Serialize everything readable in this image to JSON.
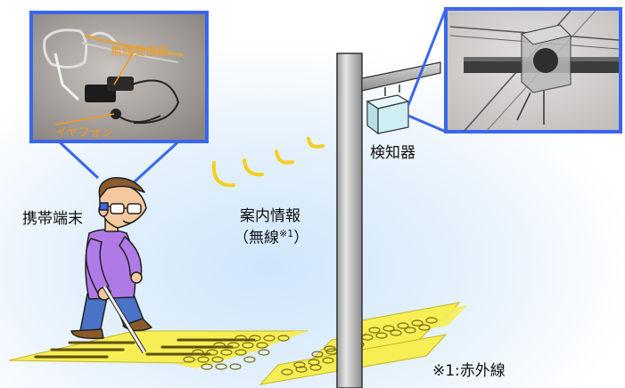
{
  "labels": {
    "device": "携帯端末",
    "info": "案内情報",
    "wireless_open": "（無線",
    "note_mark": "※1",
    "wireless_close": "）",
    "detector": "検知器",
    "footnote": "※1:赤外線"
  },
  "photo_labels": {
    "receiver": "無線受信部",
    "earphone": "イヤフォン"
  },
  "colors": {
    "frame_blue": "#3a66ee",
    "signal_yellow": "#f4cf21",
    "tactile_yellow": "#f6ee55",
    "shirt_purple": "#b07ae6",
    "pants_blue": "#4a72c6",
    "pole_gray": "#bdbdbd",
    "detector_cyan": "#cfeef4",
    "photo_label_orange": "#f29a1e"
  }
}
